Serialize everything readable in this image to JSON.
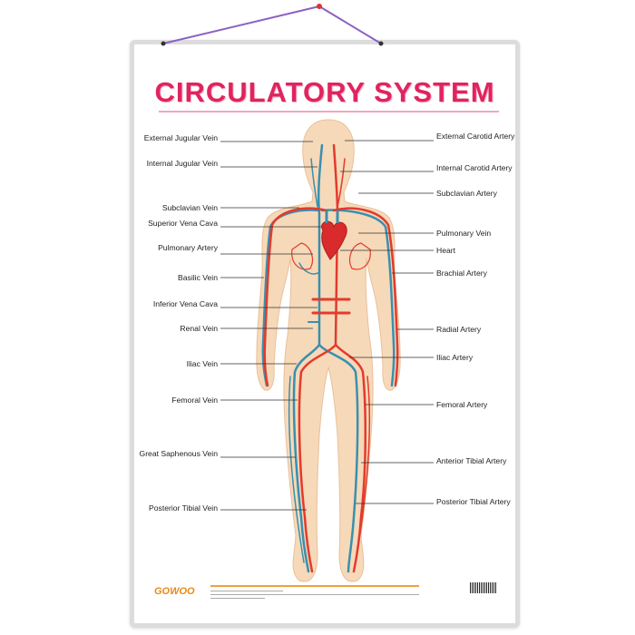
{
  "title": "CIRCULATORY SYSTEM",
  "left_labels": [
    "External Jugular Vein",
    "Internal Jugular Vein",
    "Subclavian Vein",
    "Superior Vena Cava",
    "Pulmonary Artery",
    "Basilic Vein",
    "Inferior Vena Cava",
    "Renal Vein",
    "Iliac Vein",
    "Femoral Vein",
    "Great Saphenous Vein",
    "Posterior Tibial Vein"
  ],
  "right_labels": [
    "External Carotid Artery",
    "Internal Carotid Artery",
    "Subclavian Artery",
    "Pulmonary Vein",
    "Heart",
    "Brachial Artery",
    "Radial Artery",
    "Iliac Artery",
    "Femoral Artery",
    "Anterior Tibial Artery",
    "Posterior Tibial Artery"
  ],
  "footer": {
    "logo": "GOWOO"
  },
  "colors": {
    "title": "#e0245e",
    "artery": "#e23b2e",
    "vein": "#3a8fb0",
    "skin": "#f6d9b8"
  }
}
